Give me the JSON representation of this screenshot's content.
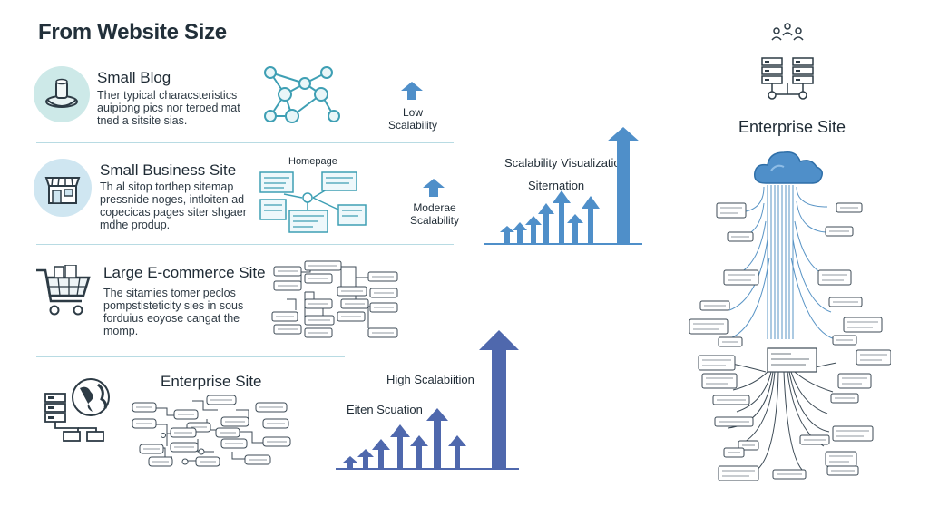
{
  "header": {
    "title": "From Website Size"
  },
  "sections": [
    {
      "title": "Small Blog",
      "desc": [
        "Ther typical characsteristics",
        "auipiong pics nor teroed mat",
        "tned a sitsite sias."
      ],
      "scale_label": [
        "Low",
        "Scalability"
      ]
    },
    {
      "title": "Small Business Site",
      "desc": [
        "Th al sitop torthep sitemap",
        "pressnide noges, intloiten ad",
        "copecicas pages siter shgaer",
        "mdhe produp."
      ],
      "diagram_label": "Homepage",
      "scale_label": [
        "Moderae",
        "Scalability"
      ]
    },
    {
      "title": "Large E-commerce Site",
      "desc": [
        "The sitamies tomer peclos",
        "pompstisteticity sies in sous",
        "forduius eoyose cangat the",
        "momp."
      ]
    },
    {
      "title": "Enterprise Site"
    }
  ],
  "viz_top": {
    "title": "Scalability Visualization",
    "subtitle": "Siternation"
  },
  "viz_bottom": {
    "title": "High Scalabiition",
    "subtitle": "Eiten Scuation"
  },
  "enterprise_right": {
    "title": "Enterprise Site"
  },
  "colors": {
    "teal": "#3e9fb4",
    "blue": "#4f8fc9",
    "navy": "#4f68ad",
    "divider": "#b8dbe3",
    "icon_bg": "#cde9e8"
  },
  "icons": [
    "bowl-icon",
    "network-icon",
    "arrow-up-icon",
    "storefront-icon",
    "sitemap-icon",
    "cart-icon",
    "globe-server-icon",
    "cloud-icon",
    "people-server-icon"
  ]
}
